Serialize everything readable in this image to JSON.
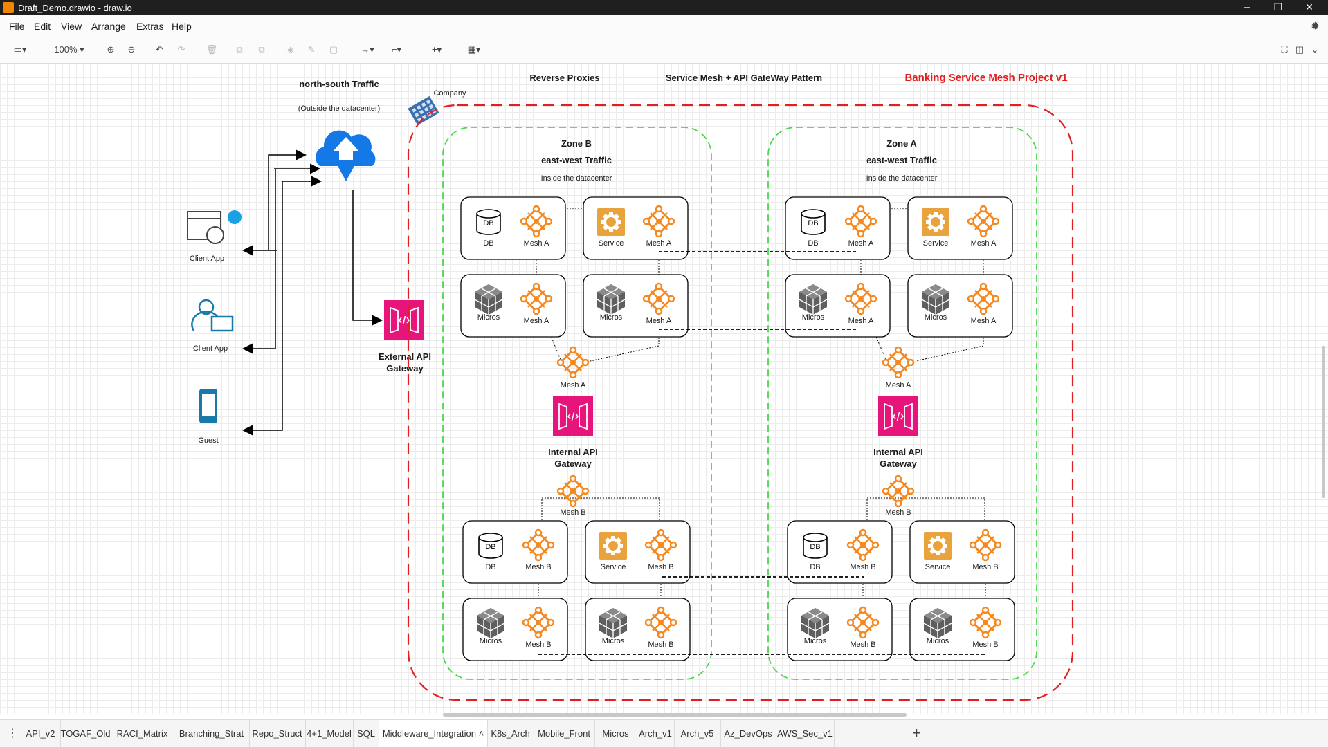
{
  "window": {
    "title": "Draft_Demo.drawio - draw.io",
    "controls": {
      "minimize": "─",
      "restore": "❐",
      "close": "✕"
    }
  },
  "menu": [
    "File",
    "Edit",
    "View",
    "Arrange",
    "Extras",
    "Help"
  ],
  "toolbar": {
    "zoom": "100%"
  },
  "diagram": {
    "headings": {
      "north_south": "north-south Traffic",
      "outside": "(Outside the datacenter)",
      "company": "Company",
      "reverse_proxies": "Reverse Proxies",
      "pattern": "Service Mesh + API GateWay Pattern",
      "project": "Banking Service Mesh Project v1"
    },
    "clients": [
      "Client App",
      "Client App",
      "Guest"
    ],
    "external_gateway": [
      "External API",
      "Gateway"
    ],
    "zones": [
      {
        "title": "Zone B",
        "subtitle": "east-west Traffic",
        "note": "Inside the datacenter",
        "top_mesh": "Mesh A",
        "bottom_mesh": "Mesh B",
        "gateway": [
          "Internal API",
          "Gateway"
        ],
        "top_cells": [
          {
            "comp": "DB",
            "mesh": "Mesh A"
          },
          {
            "comp": "Service",
            "mesh": "Mesh A"
          },
          {
            "comp": "Micros",
            "mesh": "Mesh A"
          },
          {
            "comp": "Micros",
            "mesh": "Mesh A"
          }
        ],
        "bottom_cells": [
          {
            "comp": "DB",
            "mesh": "Mesh B"
          },
          {
            "comp": "Service",
            "mesh": "Mesh B"
          },
          {
            "comp": "Micros",
            "mesh": "Mesh B"
          },
          {
            "comp": "Micros",
            "mesh": "Mesh B"
          }
        ]
      },
      {
        "title": "Zone A",
        "subtitle": "east-west Traffic",
        "note": "Inside the datacenter",
        "top_mesh": "Mesh A",
        "bottom_mesh": "Mesh B",
        "gateway": [
          "Internal API",
          "Gateway"
        ],
        "top_cells": [
          {
            "comp": "DB",
            "mesh": "Mesh A"
          },
          {
            "comp": "Service",
            "mesh": "Mesh A"
          },
          {
            "comp": "Micros",
            "mesh": "Mesh A"
          },
          {
            "comp": "Micros",
            "mesh": "Mesh A"
          }
        ],
        "bottom_cells": [
          {
            "comp": "DB",
            "mesh": "Mesh B"
          },
          {
            "comp": "Service",
            "mesh": "Mesh B"
          },
          {
            "comp": "Micros",
            "mesh": "Mesh B"
          },
          {
            "comp": "Micros",
            "mesh": "Mesh B"
          }
        ]
      }
    ]
  },
  "tabs": [
    "API_v2",
    "TOGAF_Old",
    "RACI_Matrix",
    "Branching_Strat",
    "Repo_Struct",
    "4+1_Model",
    "SQL",
    "Middleware_Integration",
    "K8s_Arch",
    "Mobile_Front",
    "Micros",
    "Arch_v1",
    "Arch_v5",
    "Az_DevOps",
    "AWS_Sec_v1"
  ],
  "active_tab": "Middleware_Integration",
  "colors": {
    "mesh": "#f5881f",
    "gateway": "#e7157b",
    "cloud": "#1479e6",
    "outer_border": "#e02020",
    "zone_border": "#4cd64c",
    "project_title": "#e02020"
  }
}
